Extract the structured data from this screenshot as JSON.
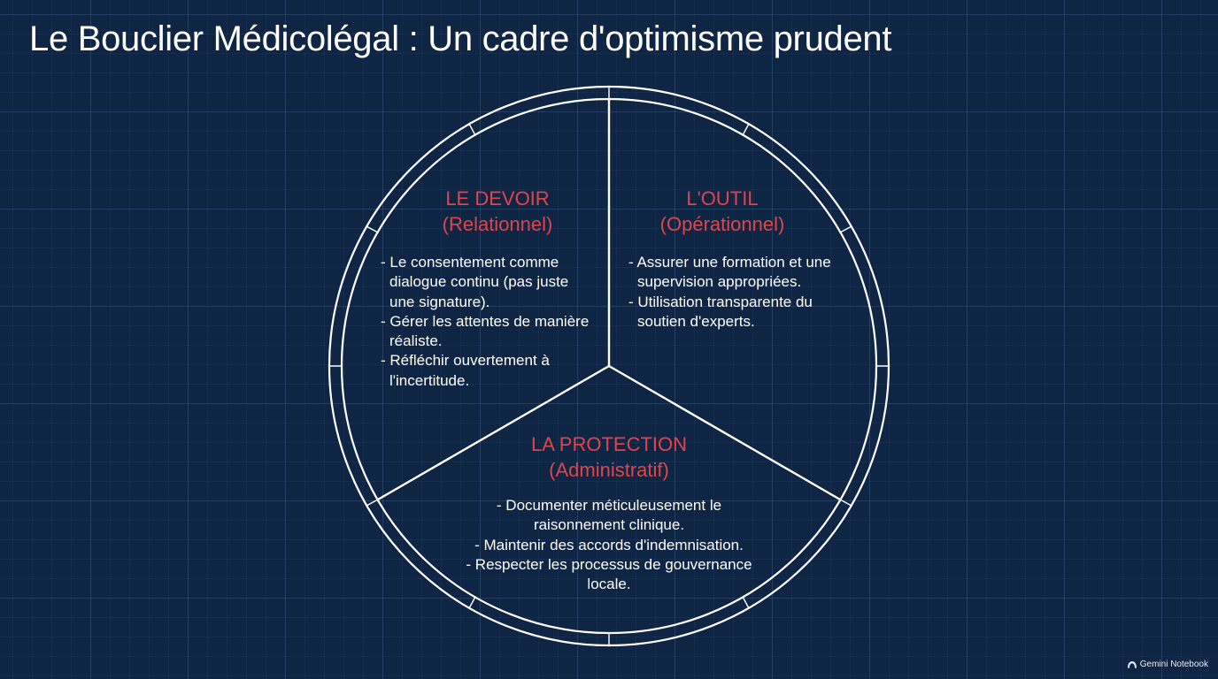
{
  "title": "Le Bouclier Médicolégal : Un cadre d'optimisme prudent",
  "sections": {
    "devoir": {
      "heading_line1": "LE DEVOIR",
      "heading_line2": "(Relationnel)",
      "bullets": [
        "- Le consentement comme dialogue continu (pas juste une signature).",
        "- Gérer les attentes de manière réaliste.",
        "- Réfléchir ouvertement à l'incertitude."
      ]
    },
    "outil": {
      "heading_line1": "L'OUTIL",
      "heading_line2": "(Opérationnel)",
      "bullets": [
        "- Assurer une formation et une supervision appropriées.",
        "- Utilisation transparente du soutien d'experts."
      ]
    },
    "protection": {
      "heading_line1": "LA PROTECTION",
      "heading_line2": "(Administratif)",
      "bullets": [
        "- Documenter méticuleusement le raisonnement clinique.",
        "- Maintenir des accords d'indemnisation.",
        "- Respecter les processus de gouvernance locale."
      ]
    }
  },
  "watermark": {
    "text": "Gemini Notebook",
    "icon": "notebook-logo-icon"
  },
  "colors": {
    "background": "#0f2544",
    "heading": "#e0454a",
    "text": "#ffffff",
    "lines": "#ffffff"
  }
}
